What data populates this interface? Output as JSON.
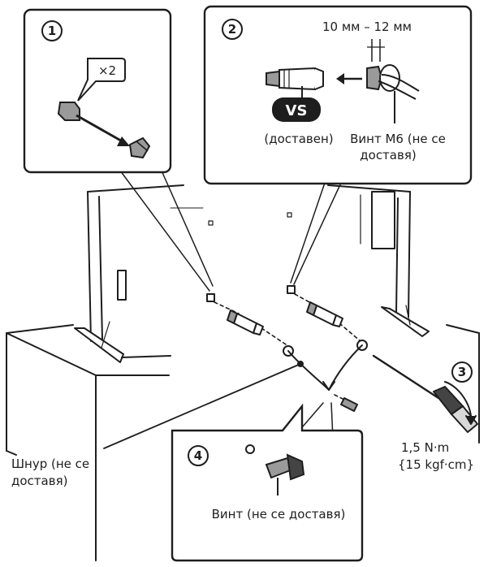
{
  "steps": {
    "step1": {
      "number": "1",
      "quantity": "×2"
    },
    "step2": {
      "number": "2",
      "measure": "10 мм – 12 мм",
      "badge": "VS",
      "supplied_label": "(доставен)",
      "screw_line1": "Винт M6 (не се",
      "screw_line2": "доставя)"
    },
    "step3": {
      "number": "3",
      "torque_line1": "1,5 N·m",
      "torque_line2": "{15 kgf·cm}"
    },
    "step4": {
      "number": "4",
      "screw_label": "Винт (не се доставя)"
    }
  },
  "cord": {
    "line1": "Шнур (не се",
    "line2": "доставя)"
  },
  "colors": {
    "stroke": "#1e1e1e",
    "gray_fill": "#9a9a9a",
    "light_fill": "#d8d8d8",
    "dark_fill": "#444444",
    "badge": "#1e1e1e"
  }
}
